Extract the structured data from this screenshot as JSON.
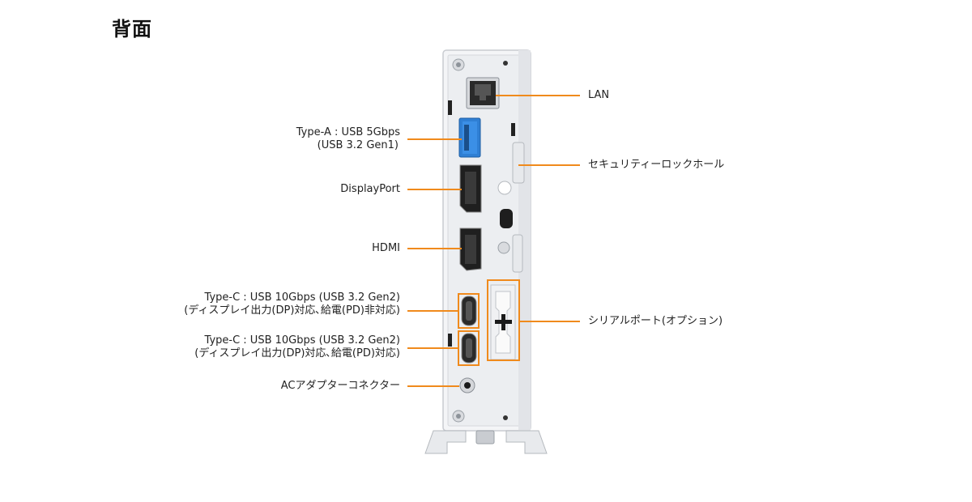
{
  "page": {
    "title": "背面"
  },
  "labels": {
    "lan": "LAN",
    "type_a_line1": "Type-A : USB 5Gbps",
    "type_a_line2": "(USB 3.2 Gen1)",
    "security": "セキュリティーロックホール",
    "displayport": "DisplayPort",
    "hdmi": "HDMI",
    "typec1_line1": "Type-C : USB 10Gbps (USB 3.2 Gen2)",
    "typec1_line2": "(ディスプレイ出力(DP)対応､給電(PD)非対応)",
    "serial": "シリアルポート(オプション)",
    "typec2_line1": "Type-C : USB 10Gbps (USB 3.2 Gen2)",
    "typec2_line2": "(ディスプレイ出力(DP)対応､給電(PD)対応)",
    "ac": "ACアダプターコネクター"
  },
  "colors": {
    "accent": "#f08a1c",
    "usb_blue": "#2f7fd4",
    "chassis": "#f2f3f5"
  }
}
